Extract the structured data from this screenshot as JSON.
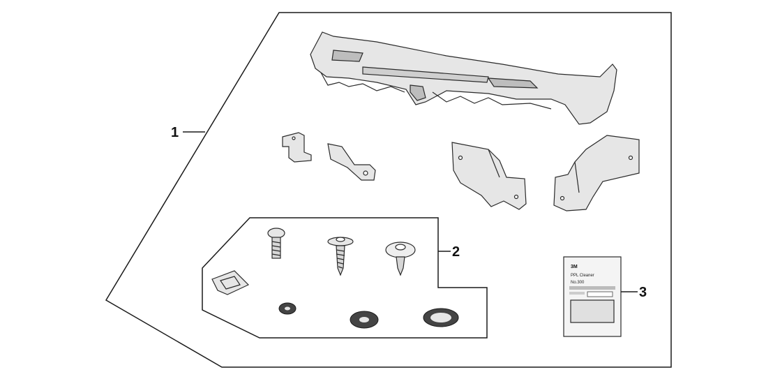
{
  "callouts": [
    {
      "number": "1",
      "refers_to": "body-kit-assembly"
    },
    {
      "number": "2",
      "refers_to": "fastener-kit"
    },
    {
      "number": "3",
      "refers_to": "cleaner-package"
    }
  ],
  "package_label": {
    "brand": "3M",
    "lines": [
      "PPL Cleaner",
      "No.300",
      "",
      ""
    ]
  },
  "colors": {
    "line": "#1a1a1a",
    "part_fill": "#e6e6e6",
    "part_shade": "#bdbdbd",
    "background": "#ffffff"
  }
}
